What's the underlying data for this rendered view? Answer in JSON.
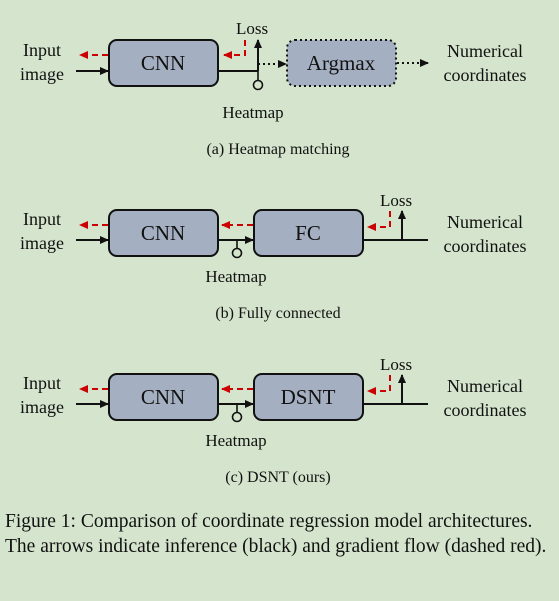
{
  "colors": {
    "background": "#d5e5cd",
    "box_fill": "#a4afc1",
    "stroke": "#111111",
    "gradient_arrow": "#cc0000"
  },
  "panels": [
    {
      "id": "a",
      "input_label": [
        "Input",
        "image"
      ],
      "cnn_label": "CNN",
      "head_label": "Argmax",
      "loss_label": "Loss",
      "heatmap_label": "Heatmap",
      "output_label": [
        "Numerical",
        "coordinates"
      ],
      "caption": "(a) Heatmap matching"
    },
    {
      "id": "b",
      "input_label": [
        "Input",
        "image"
      ],
      "cnn_label": "CNN",
      "head_label": "FC",
      "loss_label": "Loss",
      "heatmap_label": "Heatmap",
      "output_label": [
        "Numerical",
        "coordinates"
      ],
      "caption": "(b) Fully connected"
    },
    {
      "id": "c",
      "input_label": [
        "Input",
        "image"
      ],
      "cnn_label": "CNN",
      "head_label": "DSNT",
      "loss_label": "Loss",
      "heatmap_label": "Heatmap",
      "output_label": [
        "Numerical",
        "coordinates"
      ],
      "caption": "(c) DSNT (ours)"
    }
  ],
  "figure_caption": "Figure 1: Comparison of coordinate regression model architectures. The arrows indicate inference (black) and gradient flow (dashed red)."
}
